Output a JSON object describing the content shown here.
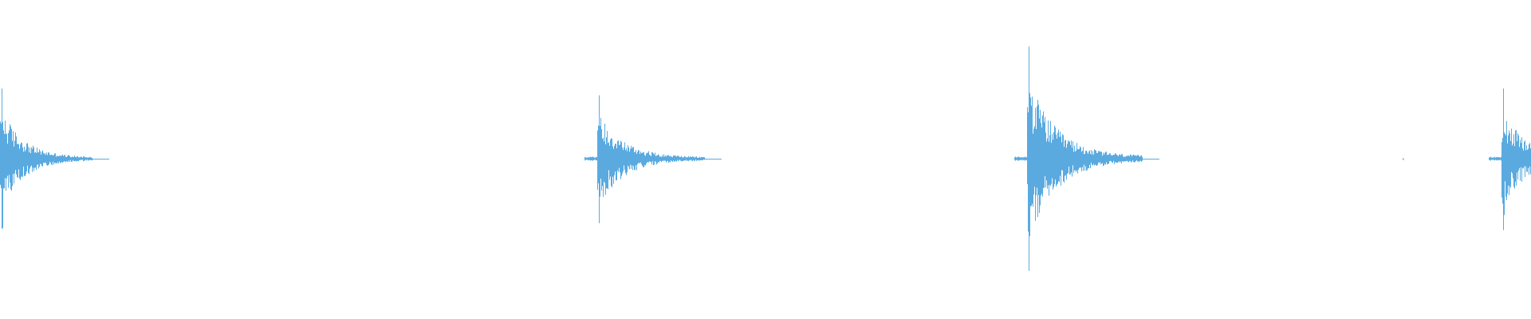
{
  "waveform": {
    "color": "#5aaae0",
    "background": "#ffffff",
    "duration_fraction_visible": 1.0,
    "transients": [
      {
        "id": "hit-1",
        "onset": 0.0,
        "peak_up": 0.62,
        "peak_down": 0.62,
        "tail": 0.06
      },
      {
        "id": "hit-2",
        "onset": 0.39,
        "peak_up": 0.56,
        "peak_down": 0.57,
        "tail": 0.07
      },
      {
        "id": "hit-3",
        "onset": 0.671,
        "peak_up": 0.99,
        "peak_down": 0.99,
        "tail": 0.075
      },
      {
        "id": "hit-4",
        "onset": 0.9805,
        "peak_up": 0.62,
        "peak_down": 0.63,
        "tail": 0.06
      }
    ],
    "specks": [
      0.916
    ]
  }
}
